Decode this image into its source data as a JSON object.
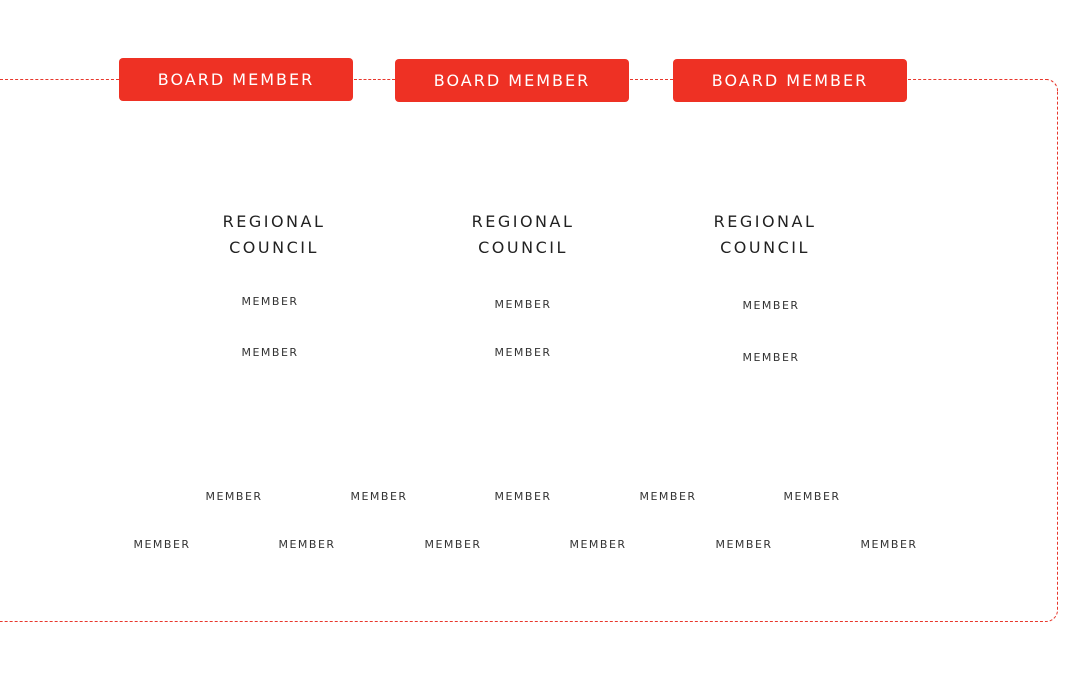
{
  "colors": {
    "accent": "#ee3124",
    "text": "#222222"
  },
  "board_members": [
    {
      "label": "BOARD MEMBER"
    },
    {
      "label": "BOARD MEMBER"
    },
    {
      "label": "BOARD MEMBER"
    }
  ],
  "councils": [
    {
      "title_line1": "REGIONAL",
      "title_line2": "COUNCIL",
      "members": [
        "MEMBER",
        "MEMBER"
      ]
    },
    {
      "title_line1": "REGIONAL",
      "title_line2": "COUNCIL",
      "members": [
        "MEMBER",
        "MEMBER"
      ]
    },
    {
      "title_line1": "REGIONAL",
      "title_line2": "COUNCIL",
      "members": [
        "MEMBER",
        "MEMBER"
      ]
    }
  ],
  "general_members_row1": [
    "MEMBER",
    "MEMBER",
    "MEMBER",
    "MEMBER",
    "MEMBER"
  ],
  "general_members_row2": [
    "MEMBER",
    "MEMBER",
    "MEMBER",
    "MEMBER",
    "MEMBER",
    "MEMBER"
  ]
}
